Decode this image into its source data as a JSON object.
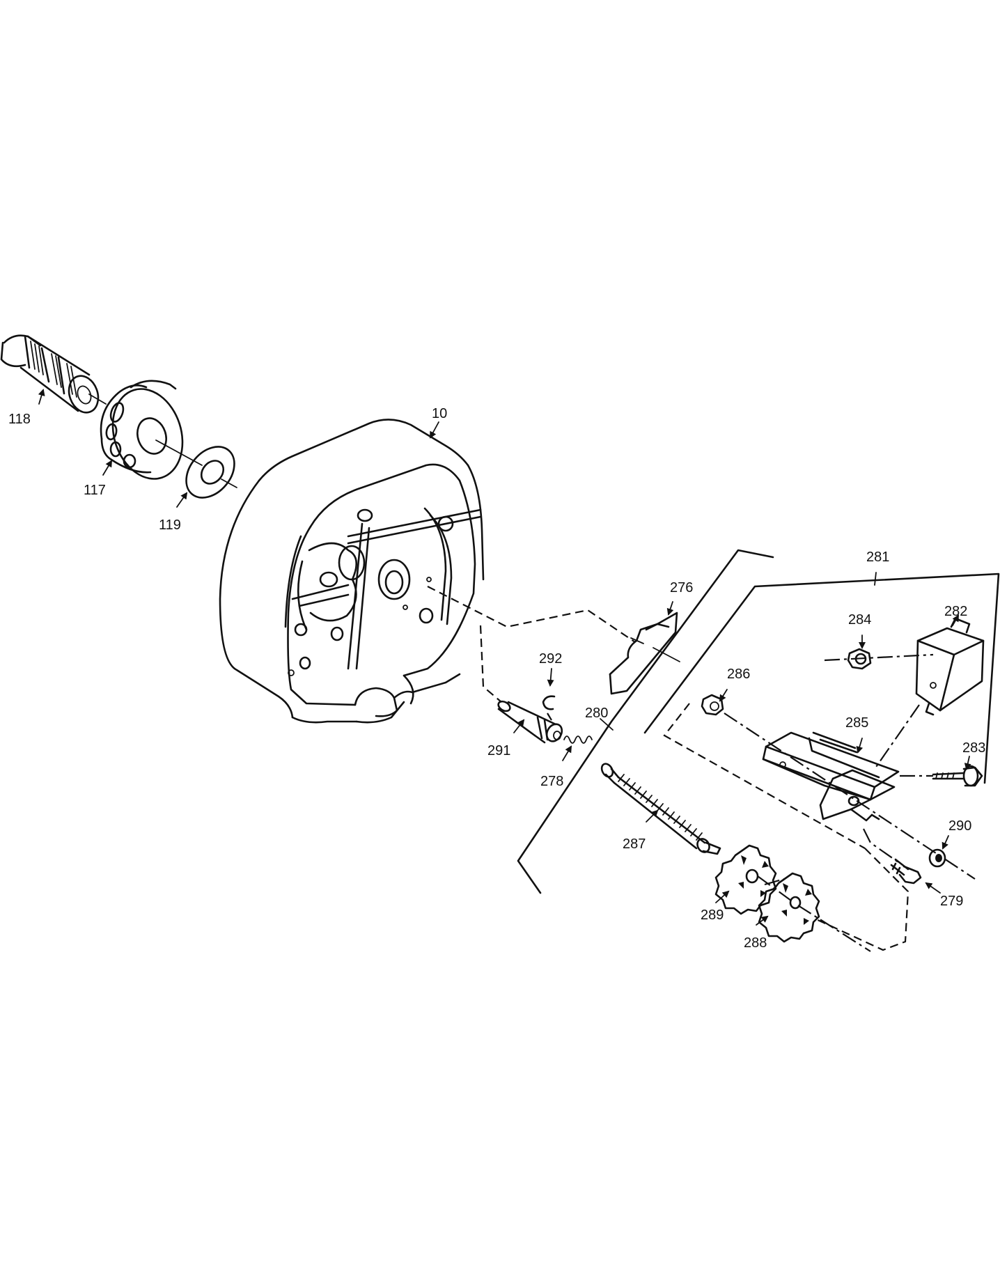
{
  "labels": {
    "p118": "118",
    "p117": "117",
    "p119": "119",
    "p10": "10",
    "p276": "276",
    "p292": "292",
    "p291": "291",
    "p278": "278",
    "p280": "280",
    "p281": "281",
    "p284": "284",
    "p282": "282",
    "p286": "286",
    "p285": "285",
    "p283": "283",
    "p287": "287",
    "p290": "290",
    "p289": "289",
    "p288": "288",
    "p279": "279"
  }
}
